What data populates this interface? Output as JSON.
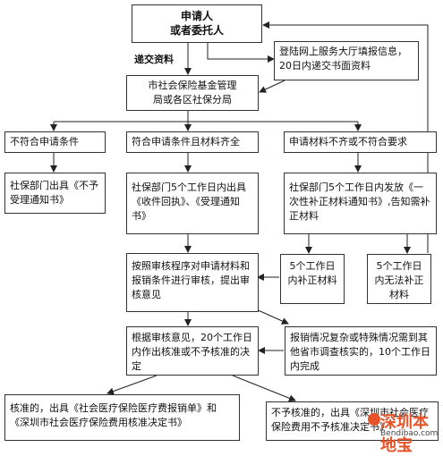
{
  "nodes": {
    "applicant": {
      "line1": "申请人",
      "line2": "或者委托人"
    },
    "online": "登陆网上服务大厅填报信息，20日内递交书面资料",
    "bureau": {
      "line1": "市社会保险基金管理",
      "line2": "局或各区社保分局"
    },
    "not_eligible": "不符合申请条件",
    "eligible": "符合申请条件且材料齐全",
    "incomplete": "申请材料不齐或不符合要求",
    "reject_notice": "社保部门出具《不予受理通知书》",
    "accept_notice": "社保部门5个工作日内出具《收件回执》、《受理通知书》",
    "supplement_notice": "社保部门5个工作日内发放《一次性补正材料通知书》,告知需补正材料",
    "review": "按照审核程序对申请材料和报销条件进行审核，提出审核意见",
    "supplement_ok": "5个工作日内补正材料",
    "supplement_fail": "5个工作日内无法补正材料",
    "decision": "根据审核意见，20个工作日内作出核准或不予核准的决定",
    "complex": "报销情况复杂或特殊情况需到其他省市调查核实的，10个工作日内完成",
    "approved": "核准的，出具《社会医疗保险医疗费报销单》和《深圳市社会医疗保险费用核准决定书》",
    "denied": "不予核准的，出具《深圳市社会医疗保险费用不予核准决定书》"
  },
  "labels": {
    "submit": "递交资料"
  },
  "watermark": {
    "brand": "深圳本地宝",
    "url": "Bendibao.com"
  },
  "colors": {
    "border": "#333333",
    "arrow": "#222222",
    "watermark": "#e8542a"
  }
}
